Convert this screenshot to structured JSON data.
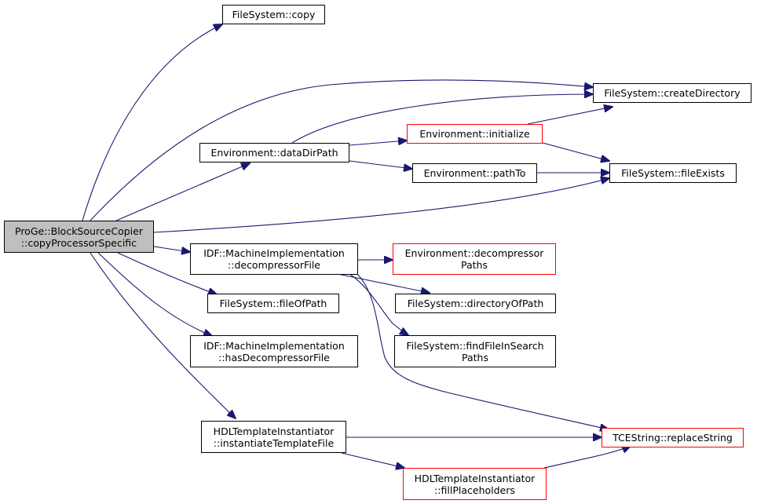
{
  "graph": {
    "edge_color": "#191970",
    "node_border_color": "#000000",
    "truncated_node_border_color": "#ff0000",
    "current_node_fill": "#bfbfbf",
    "nodes": {
      "root": {
        "line1": "ProGe::BlockSourceCopier",
        "line2": "::copyProcessorSpecific"
      },
      "fs_copy": {
        "line1": "FileSystem::copy"
      },
      "fs_createdir": {
        "line1": "FileSystem::createDirectory"
      },
      "env_datadir": {
        "line1": "Environment::dataDirPath"
      },
      "env_init": {
        "line1": "Environment::initialize"
      },
      "env_pathto": {
        "line1": "Environment::pathTo"
      },
      "fs_exists": {
        "line1": "FileSystem::fileExists"
      },
      "idf_decomp": {
        "line1": "IDF::MachineImplementation",
        "line2": "::decompressorFile"
      },
      "env_decomp": {
        "line1": "Environment::decompressor",
        "line2": "Paths"
      },
      "fs_dirof": {
        "line1": "FileSystem::directoryOfPath"
      },
      "fs_fileof": {
        "line1": "FileSystem::fileOfPath"
      },
      "fs_find": {
        "line1": "FileSystem::findFileInSearch",
        "line2": "Paths"
      },
      "idf_hasdecomp": {
        "line1": "IDF::MachineImplementation",
        "line2": "::hasDecompressorFile"
      },
      "hdl_inst": {
        "line1": "HDLTemplateInstantiator",
        "line2": "::instantiateTemplateFile"
      },
      "tce_replace": {
        "line1": "TCEString::replaceString"
      },
      "hdl_fill": {
        "line1": "HDLTemplateInstantiator",
        "line2": "::fillPlaceholders"
      }
    }
  }
}
